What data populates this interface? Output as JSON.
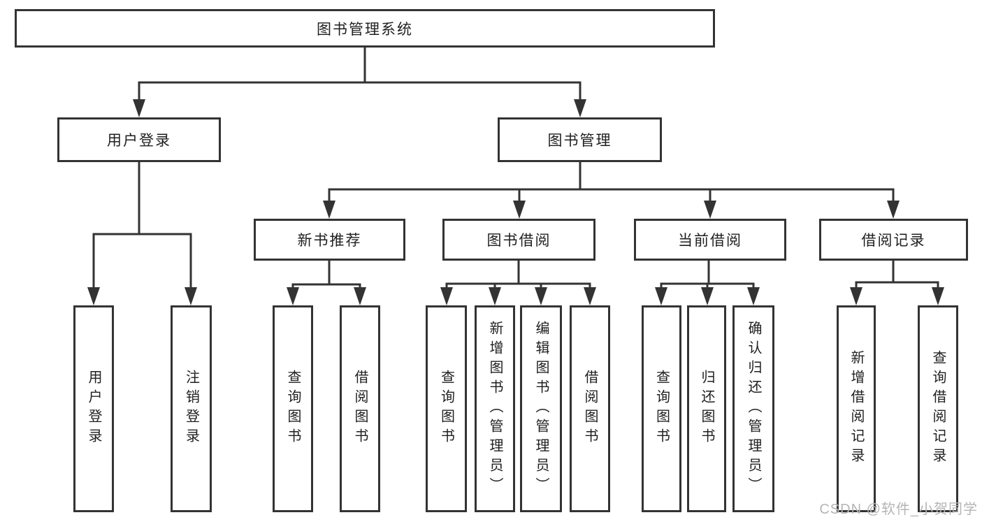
{
  "colors": {
    "line": "#333333",
    "box_border": "#333333",
    "text": "#1f1f1f",
    "watermark_text": "#b5b5b5"
  },
  "root": {
    "label": "图书管理系统"
  },
  "user_login": {
    "label": "用户登录",
    "children": [
      {
        "label": "用户登录"
      },
      {
        "label": "注销登录"
      }
    ]
  },
  "book_mgmt": {
    "label": "图书管理"
  },
  "new_book": {
    "label": "新书推荐",
    "children": [
      {
        "label": "查询图书"
      },
      {
        "label": "借阅图书"
      }
    ]
  },
  "book_borrow": {
    "label": "图书借阅",
    "children": [
      {
        "label": "查询图书"
      },
      {
        "label": "新增图书（管理员）"
      },
      {
        "label": "编辑图书（管理员）"
      },
      {
        "label": "借阅图书"
      }
    ]
  },
  "current_borrow": {
    "label": "当前借阅",
    "children": [
      {
        "label": "查询图书"
      },
      {
        "label": "归还图书"
      },
      {
        "label": "确认归还（管理员）"
      }
    ]
  },
  "borrow_record": {
    "label": "借阅记录",
    "children": [
      {
        "label": "新增借阅记录"
      },
      {
        "label": "查询借阅记录"
      }
    ]
  },
  "watermark": {
    "label": "CSDN @软件_小贺同学"
  }
}
